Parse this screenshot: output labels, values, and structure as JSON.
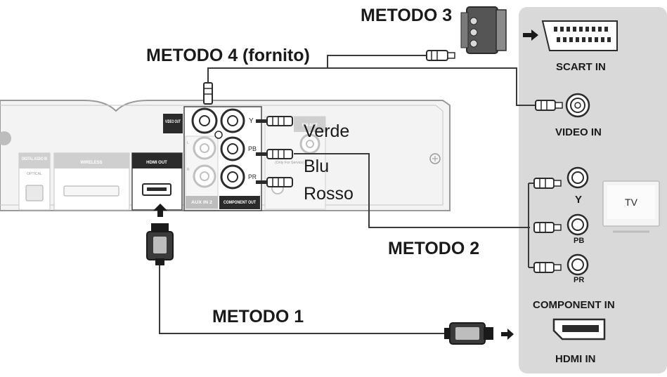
{
  "methods": {
    "m1": "METODO 1",
    "m2": "METODO 2",
    "m3": "METODO 3",
    "m4": "METODO 4 (fornito)"
  },
  "wire_colors": {
    "green": "Verde",
    "blue": "Blu",
    "red": "Rosso"
  },
  "tv_panel": {
    "scart_in": "SCART IN",
    "video_in": "VIDEO IN",
    "component_in": "COMPONENT IN",
    "hdmi_in": "HDMI IN",
    "y": "Y",
    "pb": "PB",
    "pr": "PR",
    "tv": "TV"
  },
  "device_panel": {
    "digital_audio_in": "DIGITAL AUDIO IN",
    "optical": "OPTICAL",
    "wireless": "WIRELESS",
    "hdmi_out": "HDMI OUT",
    "video_out": "VIDEO OUT",
    "aux_in": "AUX IN 2",
    "component_out": "COMPONENT OUT",
    "fm_ant": "FM ANT",
    "only_for_service": "(Only For Service)",
    "y_port": "Y",
    "pb_port": "PB",
    "pr_port": "PR",
    "l": "L",
    "r": "R"
  },
  "colors": {
    "tv_panel_bg": "#d9d9d9",
    "device_body": "#f3f3f3",
    "label_dark": "#2b2b2b",
    "wire": "#3a3a3a"
  }
}
